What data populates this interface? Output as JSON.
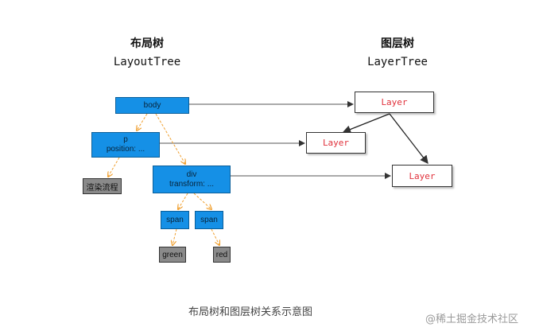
{
  "titles": {
    "layout": {
      "zh": "布局树",
      "en": "LayoutTree"
    },
    "layer": {
      "zh": "图层树",
      "en": "LayerTree"
    }
  },
  "layout_nodes": {
    "body": "body",
    "p_line1": "p",
    "p_line2": "position: ...",
    "div_line1": "div",
    "div_line2": "transform: ...",
    "span1": "span",
    "span2": "span",
    "render": "渲染流程",
    "green": "green",
    "red": "red"
  },
  "layer_nodes": {
    "root": "Layer",
    "p": "Layer",
    "div": "Layer"
  },
  "caption": "布局树和图层树关系示意图",
  "watermark": "@稀土掘金技术社区",
  "colors": {
    "layout_node_fill": "#1590e6",
    "leaf_node_fill": "#8a8a8a",
    "layer_text": "#e0303a",
    "dashed_arrow": "#f0a030"
  }
}
